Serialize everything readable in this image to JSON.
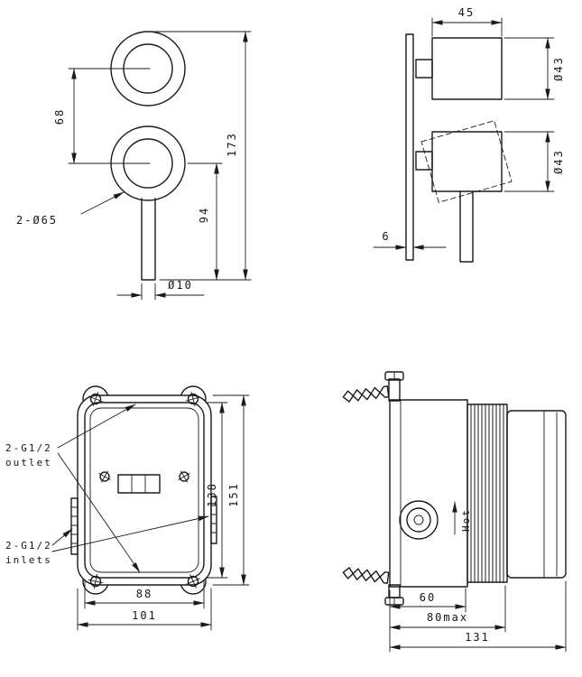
{
  "drawing": {
    "title_hint": "shower-valve-technical-drawing",
    "line_color": "#1b1b1b",
    "background": "#ffffff",
    "handle_front": {
      "dim_center_distance": "68",
      "dim_total_height": "173",
      "dim_lower_height": "94",
      "dim_knob_diameter": "2-Ø65",
      "dim_stem_diameter": "Ø10"
    },
    "handle_side": {
      "dim_knob_depth": "45",
      "dim_top_knob_diameter": "Ø43",
      "dim_bottom_knob_diameter": "Ø43",
      "dim_plate_thickness": "6"
    },
    "valve_front": {
      "outlet_label_line1": "2-G1/2",
      "outlet_label_line2": "outlet",
      "inlet_label_line1": "2-G1/2",
      "inlet_label_line2": "inlets",
      "dim_inner_height": "138",
      "dim_outer_height": "151",
      "dim_inner_width": "88",
      "dim_outer_width": "101"
    },
    "valve_side": {
      "hot_label": "Hot",
      "dim_front_depth": "60",
      "dim_max_depth": "80max",
      "dim_total_depth": "131"
    }
  }
}
